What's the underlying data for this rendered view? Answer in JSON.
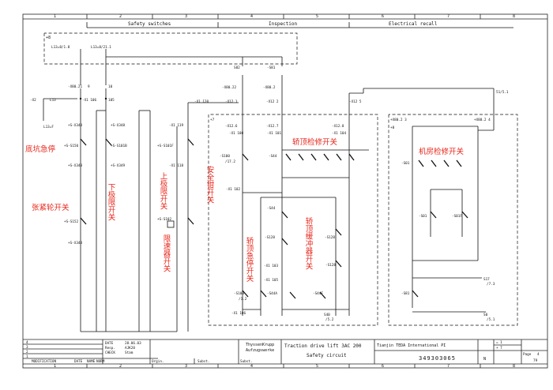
{
  "header": {
    "columns": [
      "1",
      "2",
      "3",
      "4",
      "5",
      "6",
      "7",
      "8"
    ],
    "sections": {
      "safety": "Safety switches",
      "inspection": "Inspection",
      "recall": "Electrical recall"
    }
  },
  "labels_cn": {
    "pit_stop": "底坑急停",
    "tension": "张紧轮开关",
    "down_limit": "下极限开关",
    "up_limit": "上极限开关",
    "governor": "限速器开关",
    "safety_gear": "安全钳开关",
    "car_top_insp": "轿顶检修开关",
    "car_top_estop": "轿顶急停开关",
    "buffer": "轿顶缓冲器开关",
    "machine_room_insp": "机房检修开关"
  },
  "components": {
    "plus8": "+8",
    "l13_top": "L13=8/1.8",
    "l13_b": "L13=8/21.1",
    "x2": "-X2",
    "l13": "L13",
    "l13f": "L13=F",
    "x80a": "-X80.21",
    "x80a_pin": "9",
    "x80b_pin": "10",
    "x1_106": "-X1 106",
    "x1_105": "105",
    "x1_120": "-X1 120",
    "s348": "+S-X348",
    "s348_2": "+S-X348",
    "s348_3": "+S-X348",
    "s348_4": "+S-X348",
    "s150": "+S-S150",
    "s101b": "+S-S101B",
    "s101f": "+S-S101F",
    "s152": "+S-S152",
    "s102": "+S-S102",
    "s349": "+S-X349",
    "x1_118": "-X1 118",
    "x1_119": "-X1 119",
    "s82": "S82",
    "s81": "-S81",
    "s81b": "S81",
    "x80c": "-X80.22",
    "x80d": "-X80.2",
    "x120c": "-X12 2",
    "x120d": "-X12 3",
    "x121": "-X12 1",
    "x12_5": "-X12 5",
    "plus7": "+7",
    "x12_6": "-X12.6",
    "x12_7": "-X12.7",
    "x12_8": "-X12.8",
    "x1_100": "-X1 100",
    "x1_101": "-X1 101",
    "x1_104": "-X1 104",
    "x1_102": "-X1 102",
    "s100": "-S100",
    "s100v": "/17.2",
    "s44": "-S44",
    "s44b": "-S44",
    "s12b": "-S128",
    "s12b2": "-S128",
    "x1_103": "-X1 103",
    "x1_105b": "-X1 105",
    "s100b": "-S100",
    "s100bv": "/1.2",
    "x1_106b": "-X1 106",
    "s44a": "-S44A",
    "s44f": "-S44F",
    "s40": "S40",
    "s40v": "/5.2",
    "x80e": "+X80.2 3",
    "x80f": "+X80.2 4",
    "plus8b": "+8",
    "s01": "-S01",
    "s01b": "-S01",
    "s01f": "-S01F",
    "s81x": "-S81",
    "s51": "51/5.1",
    "s17": "S17",
    "s17v": "/7.3",
    "s0": "S0",
    "s0v": "/5.1"
  },
  "title_block": {
    "rev_rows": [
      "4",
      "3",
      "2",
      "1"
    ],
    "rev_labels": [
      "MODIFICATION",
      "DATE",
      "NAME",
      "NORM"
    ],
    "date_label": "DATE",
    "date_value": "28.06.03",
    "resp_label": "Resp.",
    "resp_value": "AJK20",
    "check_label": "CHECK",
    "check_value": "Stam",
    "orig_label": "Orgin.",
    "subst_label": "Subst.",
    "subst2_label": "Subst.",
    "company1": "ThyssenKrupp",
    "company2": "Aufzugswerke",
    "project": "Traction drive lift 3AC 200",
    "drawing": "Safety circuit",
    "customer": "Tianjin TEDA International PI",
    "drawing_no": "349303065",
    "rev_letter": "N",
    "sheet_a": "= 1",
    "sheet_b": "+ 7",
    "page_label": "Page",
    "page_no": "4",
    "pages": "79"
  }
}
